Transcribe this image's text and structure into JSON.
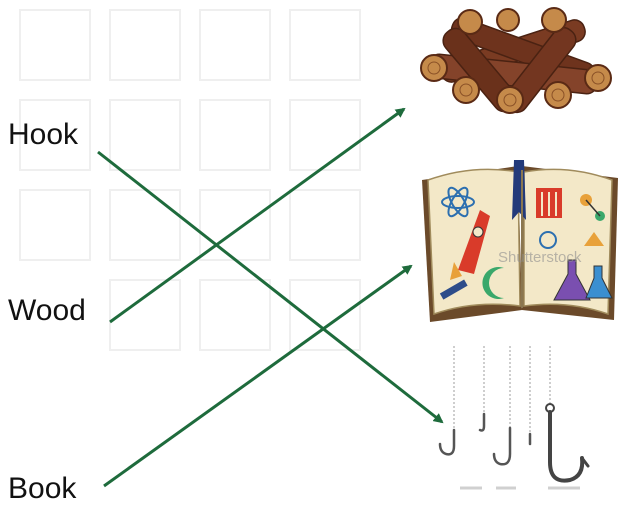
{
  "words": {
    "hook": "Hook",
    "wood": "Wood",
    "book": "Book"
  },
  "pictures": {
    "wood": {
      "icon": "firewood-logs-icon"
    },
    "book": {
      "icon": "open-science-book-icon",
      "watermark": "Shutterstock"
    },
    "hooks": {
      "icon": "fishing-hooks-icon"
    }
  },
  "connections": [
    {
      "from": "Hook",
      "to": "fishing-hooks-icon"
    },
    {
      "from": "Wood",
      "to": "firewood-logs-icon"
    },
    {
      "from": "Book",
      "to": "open-science-book-icon"
    }
  ],
  "colors": {
    "arrow": "#1e6b3c",
    "wood": "#7a3b22",
    "wood_end": "#b0733d",
    "grid": "#efefef"
  }
}
